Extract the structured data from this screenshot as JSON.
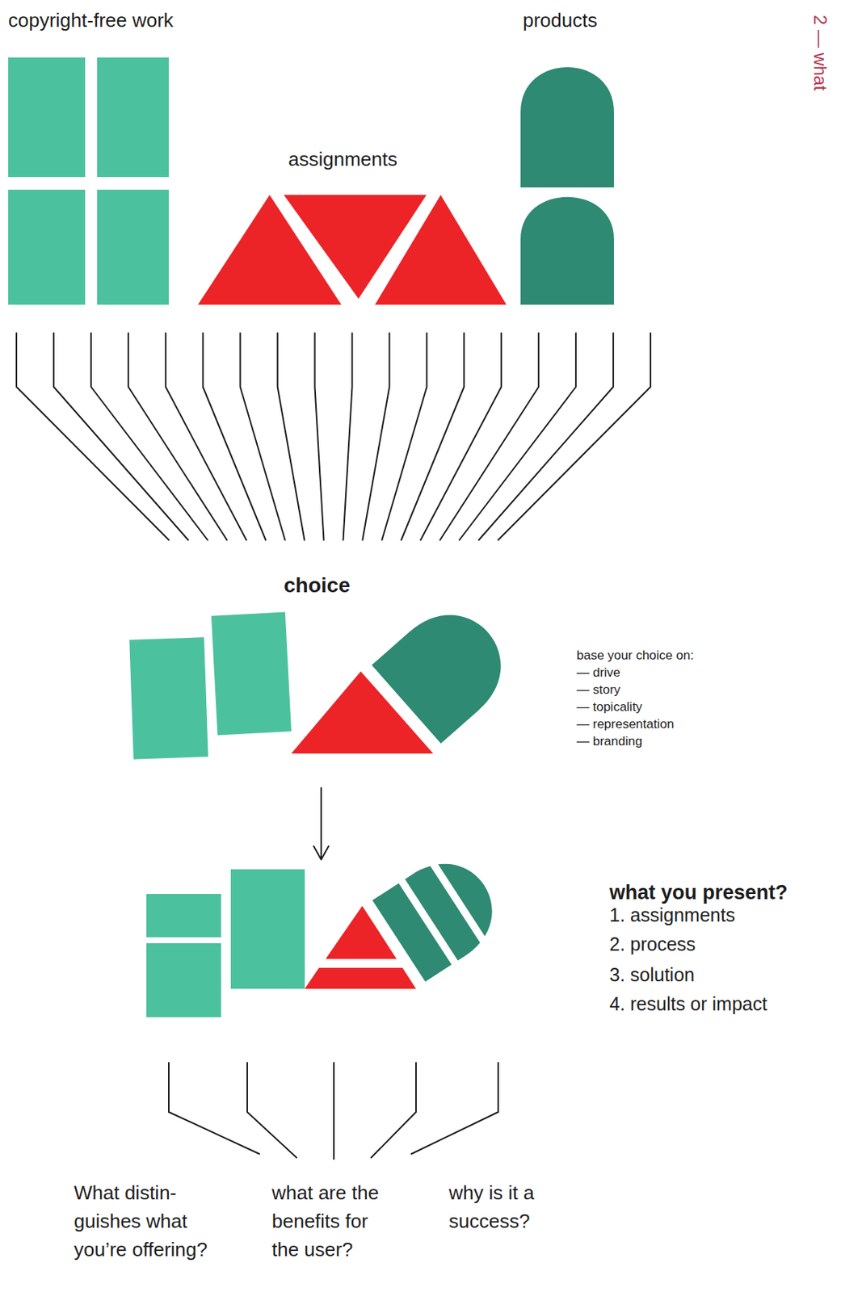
{
  "diagram": {
    "nodes": [
      {
        "text": [
          "copyright-free work"
        ]
      },
      {
        "text": [
          "assignments"
        ]
      },
      {
        "text": [
          "products"
        ]
      },
      {
        "text": [
          "choice"
        ]
      },
      {
        "text": [
          "what you present?"
        ]
      }
    ],
    "edges": [
      {
        "from": 0,
        "to": 3,
        "arrow": "none"
      },
      {
        "from": 1,
        "to": 3,
        "arrow": "none"
      },
      {
        "from": 2,
        "to": 3,
        "arrow": "none"
      },
      {
        "from": 3,
        "to": 4,
        "arrow": "to"
      }
    ],
    "labels": [
      "2 — what",
      "base your choice on:",
      "— drive",
      "— story",
      "— topicality",
      "— representation",
      "— branding",
      "1. assignments",
      "2. process",
      "3. solution",
      "4. results or impact",
      "What distin- guishes what you’re offering?",
      "what are the benefits for the user?",
      "why is it a success?"
    ]
  }
}
